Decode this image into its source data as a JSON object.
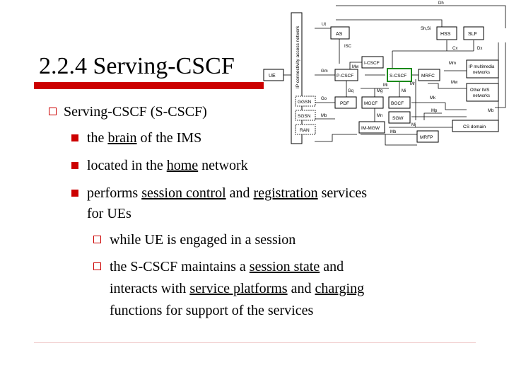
{
  "slide": {
    "title": "2.2.4 Serving-CSCF",
    "level1": "Serving-CSCF (S-CSCF)",
    "b1_pre": "the ",
    "b1_link": "brain",
    "b1_post": " of the IMS",
    "b2_pre": "located in the ",
    "b2_link": "home",
    "b2_post": " network",
    "b3_pre": "performs ",
    "b3_link1": "session control",
    "b3_mid": " and ",
    "b3_link2": "registration",
    "b3_post": " services",
    "b3_line2": "for UEs",
    "s1": "while UE is engaged in a session",
    "s2_pre": "the S-CSCF maintains a ",
    "s2_link": "session state",
    "s2_post": " and",
    "s2_l2_pre": "interacts with ",
    "s2_l2_link1": "service platforms",
    "s2_l2_mid": " and ",
    "s2_l2_link2": "charging",
    "s2_l3": "functions for support of the services"
  },
  "diagram": {
    "access_network": "IP connectivity access network",
    "ue": "UE",
    "ggsn": "GGSN",
    "sgsn": "SGSN",
    "ran": "RAN",
    "as": "AS",
    "hss": "HSS",
    "slf": "SLF",
    "icscf": "I-CSCF",
    "pcscf": "P-CSCF",
    "scscf": "S-CSCF",
    "mrfc": "MRFC",
    "pdf": "PDF",
    "mgcf": "MGCF",
    "bgcf": "BGCF",
    "sgw": "SGW",
    "imgw": "IM-MGW",
    "mrfp": "MRFP",
    "ipmm_1": "IP multimedia",
    "ipmm_2": "networks",
    "other_1": "Other IMS",
    "other_2": "networks",
    "cs": "CS domain",
    "r_dh": "Dh",
    "r_ut": "Ut",
    "r_shsi": "Sh,Si",
    "r_isc": "ISC",
    "r_cx": "Cx",
    "r_dx": "Dx",
    "r_gm": "Gm",
    "r_mw1": "Mw",
    "r_mm": "Mm",
    "r_mr": "Mr",
    "r_mw2": "Mw",
    "r_go": "Go",
    "r_gq": "Gq",
    "r_mg": "Mg",
    "r_mi1": "Mi",
    "r_mi2": "Mi",
    "r_mk": "Mk",
    "r_mp": "Mp",
    "r_mn": "Mn",
    "r_mb1": "Mb",
    "r_mb2": "Mb",
    "r_mb3": "Mb",
    "r_mj": "Mj"
  }
}
